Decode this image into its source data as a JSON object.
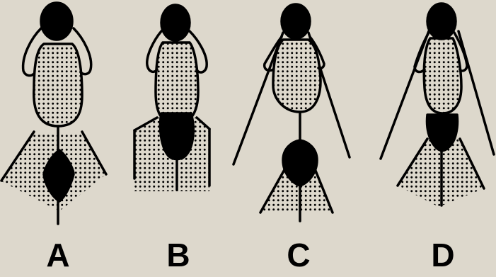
{
  "figure": {
    "panels": [
      {
        "id": "A",
        "label": "A"
      },
      {
        "id": "B",
        "label": "B"
      },
      {
        "id": "C",
        "label": "C"
      },
      {
        "id": "D",
        "label": "D"
      }
    ],
    "colors": {
      "background": "#ddd8cc",
      "ink": "#000000",
      "stipple": "#000000"
    }
  }
}
